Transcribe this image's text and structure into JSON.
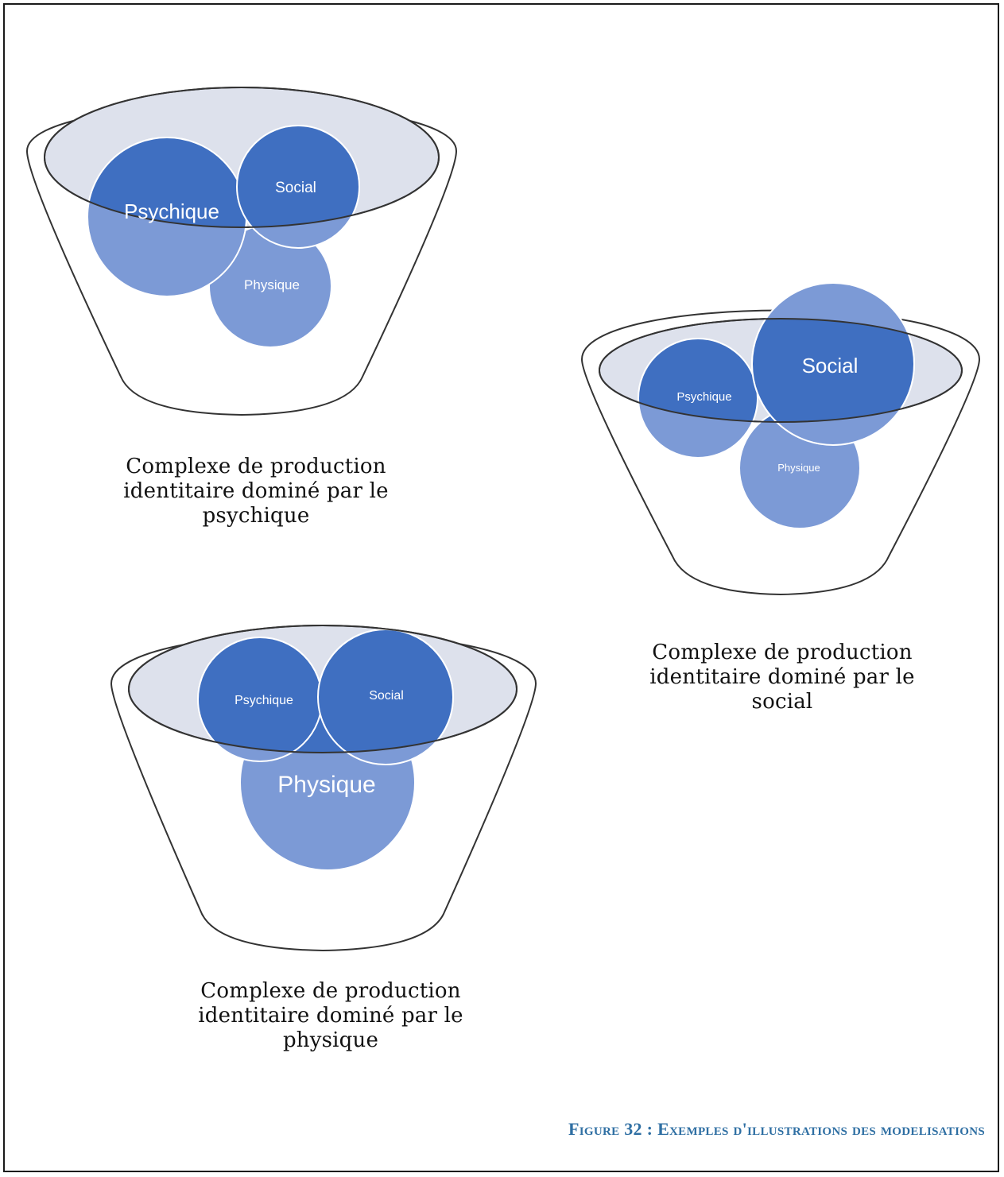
{
  "colors": {
    "dark_circle": "#3f6fc1",
    "light_circle": "#7c9ad6",
    "bowl_fill": "#dde1ec",
    "outline": "#333333",
    "figure_title": "#2f6fa3"
  },
  "diagrams": [
    {
      "id": "psychique",
      "labels": {
        "psychique": "Psychique",
        "social": "Social",
        "physique": "Physique"
      },
      "caption": [
        "Complexe de production",
        "identitaire dominé par le",
        "psychique"
      ]
    },
    {
      "id": "social",
      "labels": {
        "psychique": "Psychique",
        "social": "Social",
        "physique": "Physique"
      },
      "caption": [
        "Complexe de production",
        "identitaire dominé par le",
        "social"
      ]
    },
    {
      "id": "physique",
      "labels": {
        "psychique": "Psychique",
        "social": "Social",
        "physique": "Physique"
      },
      "caption": [
        "Complexe de production",
        "identitaire dominé par le",
        "physique"
      ]
    }
  ],
  "figure_title": "Figure 32 : Exemples d'illustrations des modelisations"
}
